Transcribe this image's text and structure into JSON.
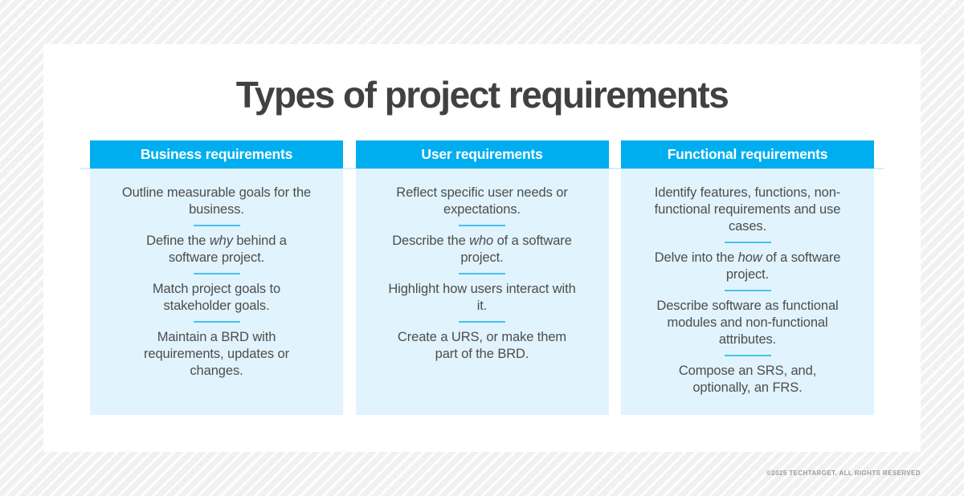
{
  "title": "Types of project requirements",
  "footer": "©2025 TECHTARGET. ALL RIGHTS RESERVED",
  "colors": {
    "header_bg": "#00aeef",
    "body_bg": "#e1f3fc",
    "divider": "#45c2ee",
    "title_text": "#414042",
    "body_text": "#4d4d4d",
    "footer_text": "#9b9ba1"
  },
  "columns": [
    {
      "header": "Business requirements",
      "items": [
        {
          "text": "Outline measurable goals for the business."
        },
        {
          "pre": "Define the ",
          "em": "why",
          "post": " behind a software project."
        },
        {
          "text": "Match project goals to stakeholder goals."
        },
        {
          "text": "Maintain a BRD with requirements, updates or changes."
        }
      ]
    },
    {
      "header": "User requirements",
      "items": [
        {
          "text": "Reflect specific user needs or expectations."
        },
        {
          "pre": "Describe the ",
          "em": "who",
          "post": " of a software project."
        },
        {
          "text": "Highlight how users interact with it."
        },
        {
          "text": "Create a URS, or make them part of the BRD."
        }
      ]
    },
    {
      "header": "Functional requirements",
      "items": [
        {
          "text": "Identify features, functions, non-functional requirements and use cases."
        },
        {
          "pre": "Delve into the ",
          "em": "how",
          "post": " of a software project."
        },
        {
          "text": "Describe software as functional modules and non-functional attributes."
        },
        {
          "text": "Compose an SRS, and, optionally, an FRS."
        }
      ]
    }
  ]
}
